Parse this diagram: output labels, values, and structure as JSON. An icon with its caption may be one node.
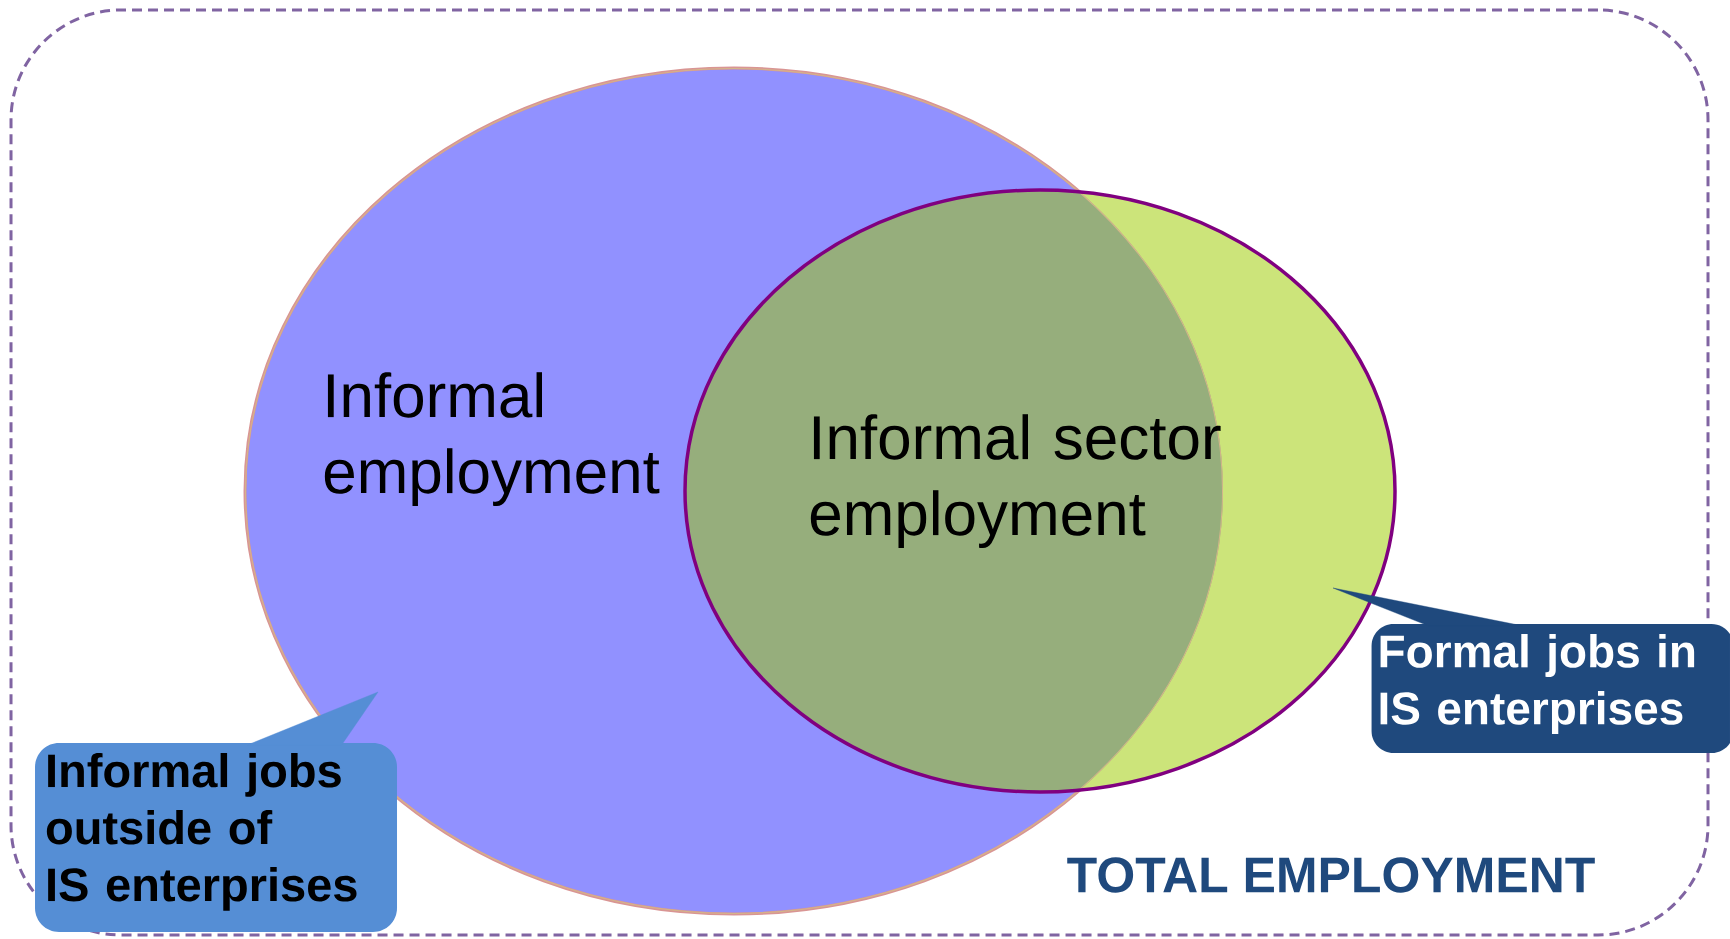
{
  "diagram": {
    "nodes": [
      {
        "text": [
          "TOTAL EMPLOYMENT"
        ]
      },
      {
        "text": [
          "Informal employment"
        ],
        "in": 0
      },
      {
        "text": [
          "Informal sector employment"
        ],
        "in": 0
      },
      {
        "text": [
          "Informal jobs outside of IS enterprises"
        ],
        "in": 0
      },
      {
        "text": [
          "Formal jobs in IS enterprises"
        ]
      }
    ],
    "edges": [
      {
        "from": 3,
        "to": 1,
        "arrow": "none"
      },
      {
        "from": 4,
        "to": 2,
        "arrow": "none"
      }
    ]
  }
}
